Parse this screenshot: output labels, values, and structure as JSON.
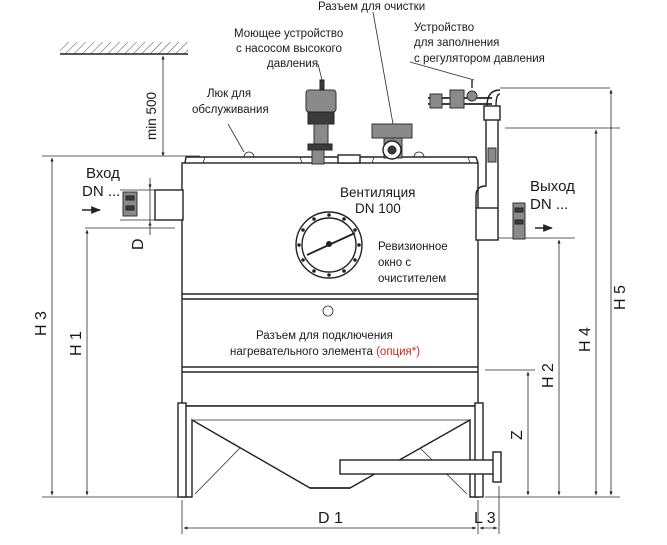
{
  "labels": {
    "cleaning_port": "Разъем для очистки",
    "washer_l1": "Моющее устройство",
    "washer_l2": "с насосом высокого",
    "washer_l3": "давления",
    "filling_l1": "Устройство",
    "filling_l2": "для заполнения",
    "filling_l3": "с регулятором давления",
    "hatch_l1": "Люк для",
    "hatch_l2": "обслуживания",
    "min_clearance": "min 500",
    "inlet_l1": "Вход",
    "inlet_l2": "DN ...",
    "outlet_l1": "Выход",
    "outlet_l2": "DN ...",
    "vent_l1": "Вентиляция",
    "vent_l2": "DN 100",
    "window_l1": "Ревизионное",
    "window_l2": "окно с",
    "window_l3": "очистителем",
    "heater_l1": "Разъем для подключения",
    "heater_l2_main": "нагревательного элемента ",
    "heater_l2_option": "(опция*)"
  },
  "dimensions": {
    "d": "D",
    "h1": "H 1",
    "h2": "H 2",
    "h3": "H 3",
    "h4": "H 4",
    "h5": "H 5",
    "z": "Z",
    "d1": "D 1",
    "l3": "L 3"
  },
  "colors": {
    "line": "#2a2a2a",
    "option_text": "#d0281e",
    "equipment_gray": "#8a8a8a",
    "ceiling_hatch": "#555555"
  }
}
